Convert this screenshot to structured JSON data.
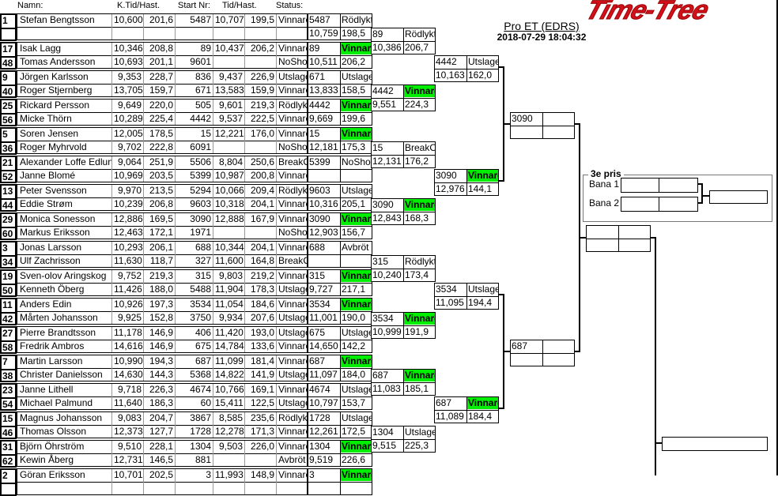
{
  "header": {
    "logo": "Time-Tree",
    "event_title": "Pro ET (EDRS)",
    "timestamp": "2018-07-29 18:04:32"
  },
  "columns": {
    "name": "Namn:",
    "ktid": "K.Tid/Hast.",
    "startnr": "Start Nr:",
    "tid": "Tid/Hast.",
    "status": "Status:"
  },
  "colors": {
    "winner": "#00ee00",
    "logo": "#d0101a"
  },
  "groups": [
    {
      "rows": [
        {
          "seed": "1",
          "name": "Stefan Bengtsson",
          "ktid": "10,600",
          "khast": "201,6",
          "startnr": "5487",
          "tid": "10,707",
          "hast": "199,5",
          "status": "Vinnare"
        },
        {
          "seed": "",
          "name": "",
          "ktid": "",
          "khast": "",
          "startnr": "",
          "tid": "",
          "hast": "",
          "status": ""
        }
      ],
      "r1": {
        "nr": "5487",
        "status": "Rödlyktan",
        "time": "10,759",
        "speed": "198,5",
        "win": false
      }
    },
    {
      "rows": [
        {
          "seed": "17",
          "name": "Isak Lagg",
          "ktid": "10,346",
          "khast": "208,8",
          "startnr": "89",
          "tid": "10,437",
          "hast": "206,2",
          "status": "Vinnare"
        },
        {
          "seed": "48",
          "name": "Tomas Andersson",
          "ktid": "10,693",
          "khast": "201,1",
          "startnr": "9601",
          "tid": "",
          "hast": "",
          "status": "NoShow"
        }
      ],
      "r1": {
        "nr": "89",
        "status": "Vinnare",
        "time": "10,511",
        "speed": "206,2",
        "win": true
      }
    },
    {
      "rows": [
        {
          "seed": "9",
          "name": "Jörgen Karlsson",
          "ktid": "9,353",
          "khast": "228,7",
          "startnr": "836",
          "tid": "9,437",
          "hast": "226,9",
          "status": "Utslagen"
        },
        {
          "seed": "40",
          "name": "Roger Stjernberg",
          "ktid": "13,705",
          "khast": "159,7",
          "startnr": "671",
          "tid": "13,583",
          "hast": "159,9",
          "status": "Vinnare"
        }
      ],
      "r1": {
        "nr": "671",
        "status": "Utslagen",
        "time": "13,833",
        "speed": "158,5",
        "win": false
      }
    },
    {
      "rows": [
        {
          "seed": "25",
          "name": "Rickard Persson",
          "ktid": "9,649",
          "khast": "220,0",
          "startnr": "505",
          "tid": "9,601",
          "hast": "219,3",
          "status": "Rödlyktan"
        },
        {
          "seed": "56",
          "name": "Micke Thörn",
          "ktid": "10,289",
          "khast": "225,4",
          "startnr": "4442",
          "tid": "9,537",
          "hast": "222,5",
          "status": "Vinnare"
        }
      ],
      "r1": {
        "nr": "4442",
        "status": "Vinnare",
        "time": "9,669",
        "speed": "199,6",
        "win": true
      }
    },
    {
      "rows": [
        {
          "seed": "5",
          "name": "Soren Jensen",
          "ktid": "12,005",
          "khast": "178,5",
          "startnr": "15",
          "tid": "12,221",
          "hast": "176,0",
          "status": "Vinnare"
        },
        {
          "seed": "36",
          "name": "Roger Myhrvold",
          "ktid": "9,702",
          "khast": "222,8",
          "startnr": "6091",
          "tid": "",
          "hast": "",
          "status": "NoShow"
        }
      ],
      "r1": {
        "nr": "15",
        "status": "Vinnare",
        "time": "12,181",
        "speed": "175,3",
        "win": true
      }
    },
    {
      "rows": [
        {
          "seed": "21",
          "name": "Alexander Loffe Edlund",
          "ktid": "9,064",
          "khast": "251,9",
          "startnr": "5506",
          "tid": "8,804",
          "hast": "250,6",
          "status": "BreakOut"
        },
        {
          "seed": "52",
          "name": "Janne Blomé",
          "ktid": "10,969",
          "khast": "203,5",
          "startnr": "5399",
          "tid": "10,987",
          "hast": "200,8",
          "status": "Vinnare"
        }
      ],
      "r1": {
        "nr": "5399",
        "status": "NoShow",
        "time": "",
        "speed": "",
        "win": false
      }
    },
    {
      "rows": [
        {
          "seed": "13",
          "name": "Peter Svensson",
          "ktid": "9,970",
          "khast": "213,5",
          "startnr": "5294",
          "tid": "10,066",
          "hast": "209,4",
          "status": "Rödlyktan"
        },
        {
          "seed": "44",
          "name": "Eddie Strøm",
          "ktid": "10,239",
          "khast": "206,8",
          "startnr": "9603",
          "tid": "10,318",
          "hast": "204,1",
          "status": "Vinnare"
        }
      ],
      "r1": {
        "nr": "9603",
        "status": "Utslagen",
        "time": "10,316",
        "speed": "205,1",
        "win": false
      }
    },
    {
      "rows": [
        {
          "seed": "29",
          "name": "Monica Sonesson",
          "ktid": "12,886",
          "khast": "169,5",
          "startnr": "3090",
          "tid": "12,888",
          "hast": "167,9",
          "status": "Vinnare"
        },
        {
          "seed": "60",
          "name": "Markus Eriksson",
          "ktid": "12,463",
          "khast": "172,1",
          "startnr": "1971",
          "tid": "",
          "hast": "",
          "status": "NoShow"
        }
      ],
      "r1": {
        "nr": "3090",
        "status": "Vinnare",
        "time": "12,903",
        "speed": "156,7",
        "win": true
      }
    },
    {
      "rows": [
        {
          "seed": "3",
          "name": "Jonas Larsson",
          "ktid": "10,293",
          "khast": "206,1",
          "startnr": "688",
          "tid": "10,344",
          "hast": "204,1",
          "status": "Vinnare"
        },
        {
          "seed": "34",
          "name": "Ulf Zachrisson",
          "ktid": "11,630",
          "khast": "118,7",
          "startnr": "327",
          "tid": "11,600",
          "hast": "164,8",
          "status": "BreakOut"
        }
      ],
      "r1": {
        "nr": "688",
        "status": "Avbröt",
        "time": "",
        "speed": "",
        "win": false
      }
    },
    {
      "rows": [
        {
          "seed": "19",
          "name": "Sven-olov Aringskog",
          "ktid": "9,752",
          "khast": "219,3",
          "startnr": "315",
          "tid": "9,803",
          "hast": "219,2",
          "status": "Vinnare"
        },
        {
          "seed": "50",
          "name": "Kenneth Öberg",
          "ktid": "11,426",
          "khast": "188,0",
          "startnr": "5488",
          "tid": "11,904",
          "hast": "178,3",
          "status": "Utslagen"
        }
      ],
      "r1": {
        "nr": "315",
        "status": "Vinnare",
        "time": "9,727",
        "speed": "217,1",
        "win": true
      }
    },
    {
      "rows": [
        {
          "seed": "11",
          "name": "Anders Edin",
          "ktid": "10,926",
          "khast": "197,3",
          "startnr": "3534",
          "tid": "11,054",
          "hast": "184,6",
          "status": "Vinnare"
        },
        {
          "seed": "42",
          "name": "Mårten Johansson",
          "ktid": "9,925",
          "khast": "152,8",
          "startnr": "3750",
          "tid": "9,934",
          "hast": "207,6",
          "status": "Utslagen"
        }
      ],
      "r1": {
        "nr": "3534",
        "status": "Vinnare",
        "time": "11,001",
        "speed": "190,0",
        "win": true
      }
    },
    {
      "rows": [
        {
          "seed": "27",
          "name": "Pierre Brandtsson",
          "ktid": "11,178",
          "khast": "146,9",
          "startnr": "406",
          "tid": "11,420",
          "hast": "193,0",
          "status": "Utslagen"
        },
        {
          "seed": "58",
          "name": "Fredrik Ambros",
          "ktid": "14,616",
          "khast": "146,9",
          "startnr": "675",
          "tid": "14,784",
          "hast": "133,6",
          "status": "Vinnare"
        }
      ],
      "r1": {
        "nr": "675",
        "status": "Utslagen",
        "time": "14,650",
        "speed": "142,2",
        "win": false
      }
    },
    {
      "rows": [
        {
          "seed": "7",
          "name": "Martin Larsson",
          "ktid": "10,990",
          "khast": "194,3",
          "startnr": "687",
          "tid": "11,099",
          "hast": "181,4",
          "status": "Vinnare"
        },
        {
          "seed": "38",
          "name": "Christer Danielsson",
          "ktid": "14,630",
          "khast": "144,3",
          "startnr": "5368",
          "tid": "14,822",
          "hast": "141,9",
          "status": "Utslagen"
        }
      ],
      "r1": {
        "nr": "687",
        "status": "Vinnare",
        "time": "11,097",
        "speed": "184,0",
        "win": true
      }
    },
    {
      "rows": [
        {
          "seed": "23",
          "name": "Janne Lithell",
          "ktid": "9,718",
          "khast": "226,3",
          "startnr": "4674",
          "tid": "10,766",
          "hast": "169,1",
          "status": "Vinnare"
        },
        {
          "seed": "54",
          "name": "Michael Palmund",
          "ktid": "11,640",
          "khast": "186,3",
          "startnr": "60",
          "tid": "15,411",
          "hast": "122,5",
          "status": "Utslagen"
        }
      ],
      "r1": {
        "nr": "4674",
        "status": "Utslagen",
        "time": "10,797",
        "speed": "153,7",
        "win": false
      }
    },
    {
      "rows": [
        {
          "seed": "15",
          "name": "Magnus Johansson",
          "ktid": "9,083",
          "khast": "204,7",
          "startnr": "3867",
          "tid": "8,585",
          "hast": "235,6",
          "status": "Rödlyktan"
        },
        {
          "seed": "46",
          "name": "Thomas Olsson",
          "ktid": "12,373",
          "khast": "127,7",
          "startnr": "1728",
          "tid": "12,278",
          "hast": "171,3",
          "status": "Vinnare"
        }
      ],
      "r1": {
        "nr": "1728",
        "status": "Utslagen",
        "time": "12,261",
        "speed": "172,5",
        "win": false
      }
    },
    {
      "rows": [
        {
          "seed": "31",
          "name": "Björn Öhrström",
          "ktid": "9,510",
          "khast": "228,1",
          "startnr": "1304",
          "tid": "9,503",
          "hast": "226,0",
          "status": "Vinnare"
        },
        {
          "seed": "62",
          "name": "Kewin Åberg",
          "ktid": "12,731",
          "khast": "146,5",
          "startnr": "881",
          "tid": "",
          "hast": "",
          "status": "Avbröt"
        }
      ],
      "r1": {
        "nr": "1304",
        "status": "Vinnare",
        "time": "9,519",
        "speed": "226,6",
        "win": true
      }
    },
    {
      "rows": [
        {
          "seed": "2",
          "name": "Göran Eriksson",
          "ktid": "10,701",
          "khast": "202,5",
          "startnr": "3",
          "tid": "11,993",
          "hast": "148,9",
          "status": "Vinnare"
        },
        {
          "seed": "",
          "name": "",
          "ktid": "",
          "khast": "",
          "startnr": "",
          "tid": "",
          "hast": "",
          "status": ""
        }
      ],
      "r1": {
        "nr": "3",
        "status": "Vinnare",
        "time": "",
        "speed": "",
        "win": true
      }
    }
  ],
  "round2": [
    {
      "nr": "89",
      "status": "Rödlyktan",
      "time": "10,386",
      "speed": "206,7",
      "win": false
    },
    {
      "nr": "4442",
      "status": "Vinnare",
      "time": "9,551",
      "speed": "224,3",
      "win": true
    },
    {
      "nr": "15",
      "status": "BreakOut",
      "time": "12,131",
      "speed": "176,2",
      "win": false
    },
    {
      "nr": "3090",
      "status": "Vinnare",
      "time": "12,843",
      "speed": "168,3",
      "win": true
    },
    {
      "nr": "315",
      "status": "Rödlyktan",
      "time": "10,240",
      "speed": "173,4",
      "win": false
    },
    {
      "nr": "3534",
      "status": "Vinnare",
      "time": "10,999",
      "speed": "191,9",
      "win": true
    },
    {
      "nr": "687",
      "status": "Vinnare",
      "time": "11,083",
      "speed": "185,1",
      "win": true
    },
    {
      "nr": "1304",
      "status": "Utslagen",
      "time": "9,515",
      "speed": "225,3",
      "win": false
    }
  ],
  "round3": [
    {
      "nr": "4442",
      "status": "Utslagen",
      "time": "10,163",
      "speed": "162,0",
      "win": false
    },
    {
      "nr": "3090",
      "status": "Vinnare",
      "time": "12,976",
      "speed": "144,1",
      "win": true
    },
    {
      "nr": "3534",
      "status": "Utslagen",
      "time": "11,095",
      "speed": "194,4",
      "win": false
    },
    {
      "nr": "687",
      "status": "Vinnare",
      "time": "11,089",
      "speed": "184,4",
      "win": true
    }
  ],
  "round4": [
    {
      "nr": "3090",
      "status": "",
      "time": "",
      "speed": "",
      "win": false
    },
    {
      "nr": "687",
      "status": "",
      "time": "",
      "speed": "",
      "win": false
    }
  ],
  "third_place": {
    "label": "3e pris",
    "lane1": "Bana 1",
    "lane2": "Bana 2"
  }
}
